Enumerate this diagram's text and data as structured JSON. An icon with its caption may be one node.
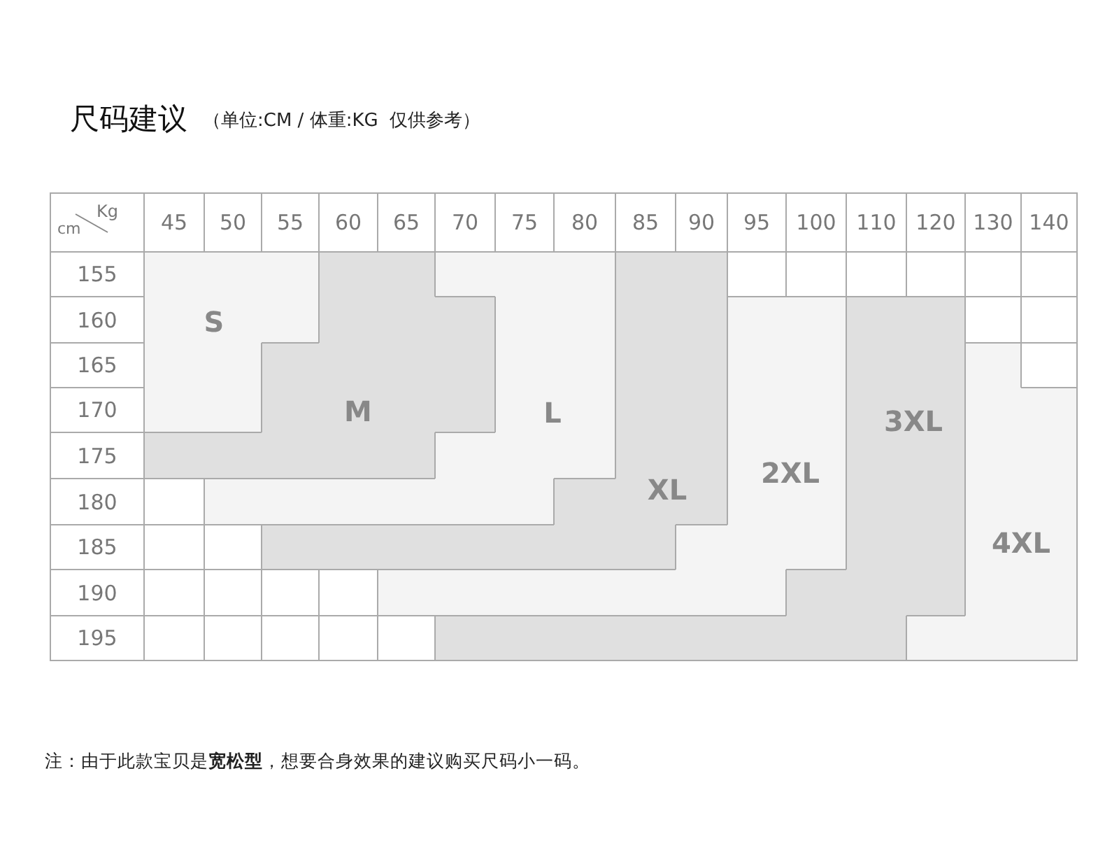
{
  "diagram": {
    "title": "尺码建议",
    "caption": "注：由于此款宝贝是**宽松型**，想要合身效果的建议购买尺码小一码。",
    "nodes": [
      {
        "text": [
          "S"
        ]
      },
      {
        "text": [
          "M"
        ]
      },
      {
        "text": [
          "L"
        ]
      },
      {
        "text": [
          "XL"
        ]
      },
      {
        "text": [
          "2XL"
        ]
      },
      {
        "text": [
          "3XL"
        ]
      },
      {
        "text": [
          "4XL"
        ]
      }
    ],
    "labels": [
      "（单位:CM / 体重:KG  仅供参考）",
      "Kg",
      "cm",
      "45",
      "50",
      "55",
      "60",
      "65",
      "70",
      "75",
      "80",
      "85",
      "90",
      "95",
      "100",
      "110",
      "120",
      "130",
      "140",
      "155",
      "160",
      "165",
      "170",
      "175",
      "180",
      "185",
      "190",
      "195"
    ]
  }
}
